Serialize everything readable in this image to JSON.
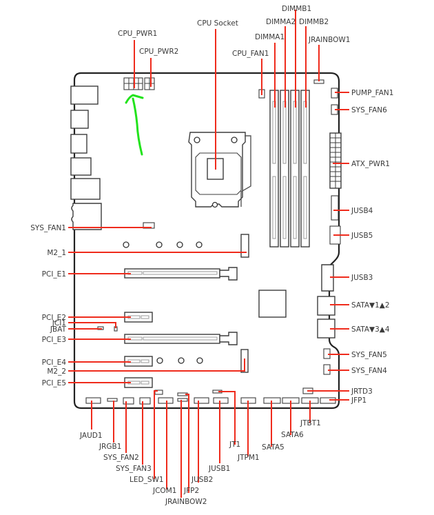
{
  "title": "Motherboard layout overview",
  "colors": {
    "leader_line": "#ef2b1c",
    "board_outline": "#222222",
    "annotation_arrow": "#22e31c",
    "label_text": "#3a3a3a"
  },
  "labels": {
    "cpu_pwr1": "CPU_PWR1",
    "cpu_pwr2": "CPU_PWR2",
    "cpu_socket": "CPU Socket",
    "cpu_fan1": "CPU_FAN1",
    "dimma1": "DIMMA1",
    "dimma2": "DIMMA2",
    "dimmb1": "DIMMB1",
    "dimmb2": "DIMMB2",
    "jrainbow1": "JRAINBOW1",
    "pump_fan1": "PUMP_FAN1",
    "sys_fan6": "SYS_FAN6",
    "atx_pwr1": "ATX_PWR1",
    "jusb4": "JUSB4",
    "jusb5": "JUSB5",
    "jusb3": "JUSB3",
    "sata12": "SATA▼1▲2",
    "sata34": "SATA▼3▲4",
    "sys_fan5": "SYS_FAN5",
    "sys_fan4": "SYS_FAN4",
    "jrtd3": "JRTD3",
    "jfp1": "JFP1",
    "sys_fan1": "SYS_FAN1",
    "m2_1": "M2_1",
    "pci_e1": "PCI_E1",
    "pci_e2": "PCI_E2",
    "jci1": "JCI1",
    "jbat": "JBAT",
    "pci_e3": "PCI_E3",
    "pci_e4": "PCI_E4",
    "m2_2": "M2_2",
    "pci_e5": "PCI_E5",
    "jaud1": "JAUD1",
    "jrgb1": "JRGB1",
    "sys_fan2": "SYS_FAN2",
    "sys_fan3": "SYS_FAN3",
    "led_sw1": "LED_SW1",
    "jcom1": "JCOM1",
    "jfp2": "JFP2",
    "jrainbow2": "JRAINBOW2",
    "jusb2": "JUSB2",
    "jusb1": "JUSB1",
    "jt1": "JT1",
    "jtpm1": "JTPM1",
    "sata5": "SATA5",
    "sata6": "SATA6",
    "jtbt1": "JTBT1"
  },
  "annotation": {
    "type": "hand-drawn-arrow",
    "points_to": "CPU_PWR1"
  }
}
